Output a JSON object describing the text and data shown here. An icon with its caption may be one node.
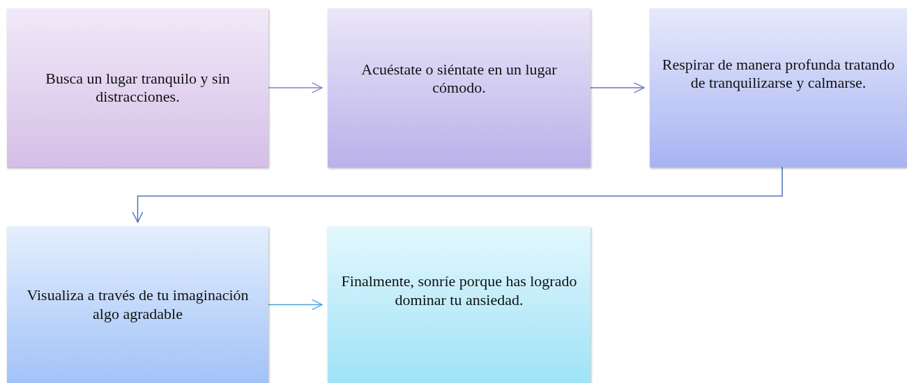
{
  "diagram": {
    "nodes": [
      {
        "text": [
          "Busca un lugar tranquilo y sin distracciones."
        ]
      },
      {
        "text": [
          "Acuéstate o siéntate en un lugar cómodo."
        ]
      },
      {
        "text": [
          "Respirar de manera profunda tratando de tranquilizarse y calmarse."
        ]
      },
      {
        "text": [
          "Visualiza a través de tu imaginación algo agradable"
        ]
      },
      {
        "text": [
          "Finalmente, sonríe porque has logrado dominar tu ansiedad."
        ]
      }
    ],
    "edges": [
      {
        "from": 0,
        "to": 1,
        "arrow": "to",
        "color": "#8c7bc6"
      },
      {
        "from": 1,
        "to": 2,
        "arrow": "to",
        "color": "#6d72c6"
      },
      {
        "from": 2,
        "to": 3,
        "arrow": "to",
        "color": "#4d6fbd"
      },
      {
        "from": 3,
        "to": 4,
        "arrow": "to",
        "color": "#4aa3d6"
      }
    ]
  }
}
